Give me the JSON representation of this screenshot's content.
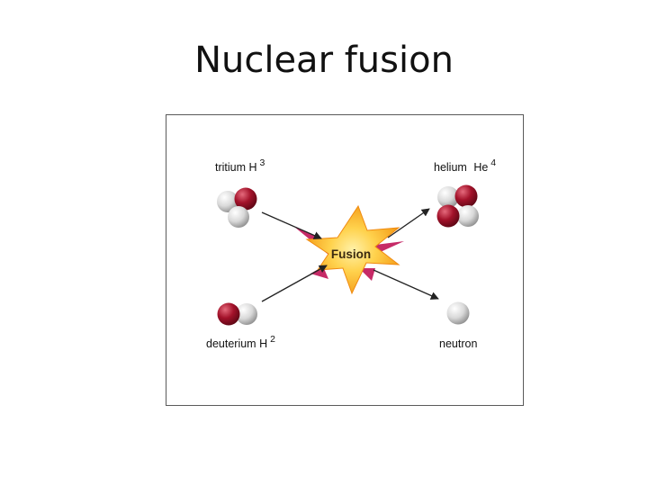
{
  "slide": {
    "title": "Nuclear fusion"
  },
  "diagram": {
    "center_label": "Fusion",
    "reactants": [
      {
        "name": "tritium",
        "symbol": "H",
        "mass_number": "3"
      },
      {
        "name": "deuterium",
        "symbol": "H",
        "mass_number": "2"
      }
    ],
    "products": [
      {
        "name": "helium",
        "symbol": "He",
        "mass_number": "4"
      },
      {
        "name": "neutron",
        "symbol": "",
        "mass_number": ""
      }
    ],
    "colors": {
      "proton": "#a3122a",
      "neutron": "#d9d9d9",
      "star_outer": "#f5a21a",
      "star_inner": "#ffd24d",
      "flare": "#c2185b",
      "arrow": "#222222"
    }
  }
}
